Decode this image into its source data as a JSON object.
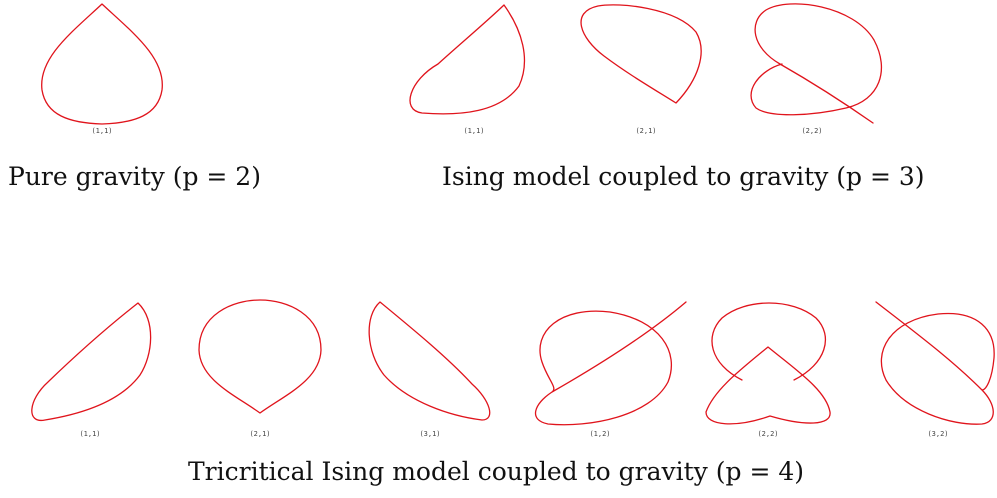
{
  "colors": {
    "curve": "#e0141c",
    "label": "#444444",
    "caption": "#111111"
  },
  "panels": [
    {
      "caption": "Pure gravity (p = 2)",
      "curves": [
        {
          "label": "(1,1)"
        }
      ]
    },
    {
      "caption": "Ising model coupled to gravity (p = 3)",
      "curves": [
        {
          "label": "(1,1)"
        },
        {
          "label": "(2,1)"
        },
        {
          "label": "(2,2)"
        }
      ]
    },
    {
      "caption": "Tricritical Ising model coupled to gravity (p = 4)",
      "curves": [
        {
          "label": "(1,1)"
        },
        {
          "label": "(2,1)"
        },
        {
          "label": "(3,1)"
        },
        {
          "label": "(1,2)"
        },
        {
          "label": "(2,2)"
        },
        {
          "label": "(3,2)"
        }
      ]
    }
  ]
}
